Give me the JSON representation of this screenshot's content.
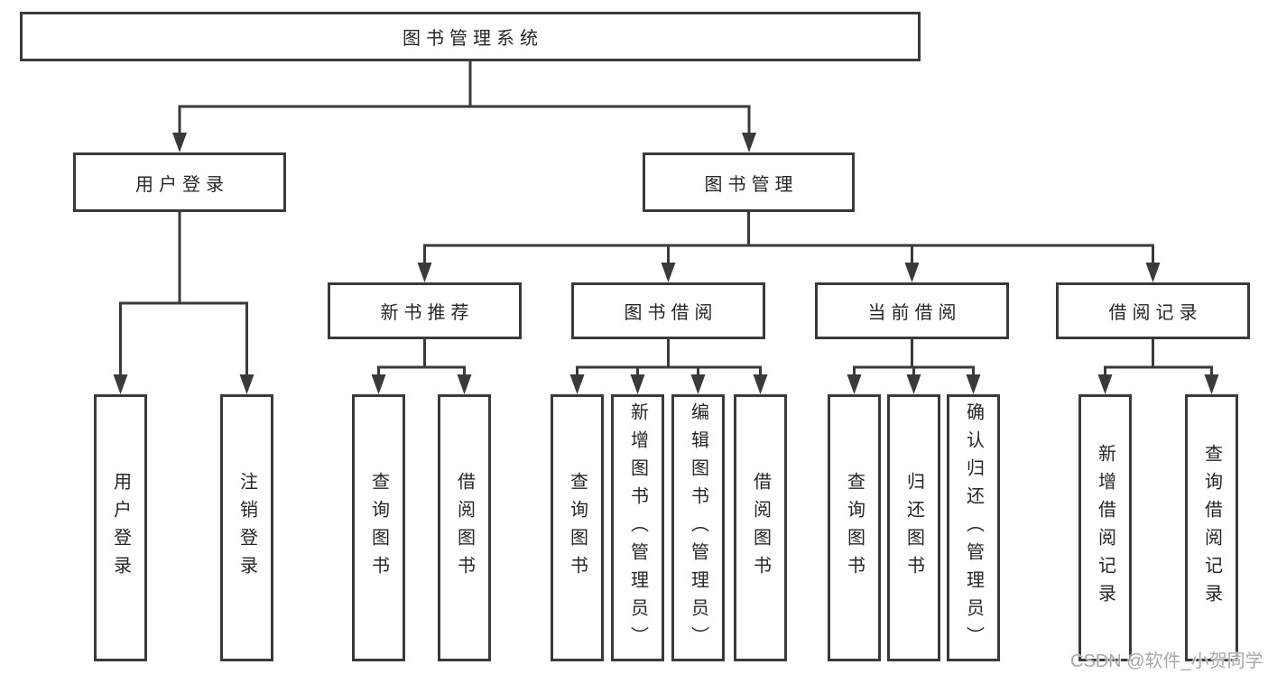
{
  "tree": {
    "label": "图书管理系统",
    "children": [
      {
        "label": "用户登录",
        "children": [
          {
            "label": "用户登录"
          },
          {
            "label": "注销登录"
          }
        ]
      },
      {
        "label": "图书管理",
        "children": [
          {
            "label": "新书推荐",
            "children": [
              {
                "label": "查询图书"
              },
              {
                "label": "借阅图书"
              }
            ]
          },
          {
            "label": "图书借阅",
            "children": [
              {
                "label": "查询图书"
              },
              {
                "label": "新增图书（管理员）"
              },
              {
                "label": "编辑图书（管理员）"
              },
              {
                "label": "借阅图书"
              }
            ]
          },
          {
            "label": "当前借阅",
            "children": [
              {
                "label": "查询图书"
              },
              {
                "label": "归还图书"
              },
              {
                "label": "确认归还（管理员）"
              }
            ]
          },
          {
            "label": "借阅记录",
            "children": [
              {
                "label": "新增借阅记录"
              },
              {
                "label": "查询借阅记录"
              }
            ]
          }
        ]
      }
    ]
  },
  "watermark": {
    "text": "CSDN @软件_小贺同学"
  },
  "colors": {
    "line": "#3a3a3a",
    "box_border": "#3a3a3a",
    "box_fill": "#ffffff",
    "text": "#262626",
    "watermark": "#a8a8a8",
    "background": "#ffffff"
  }
}
